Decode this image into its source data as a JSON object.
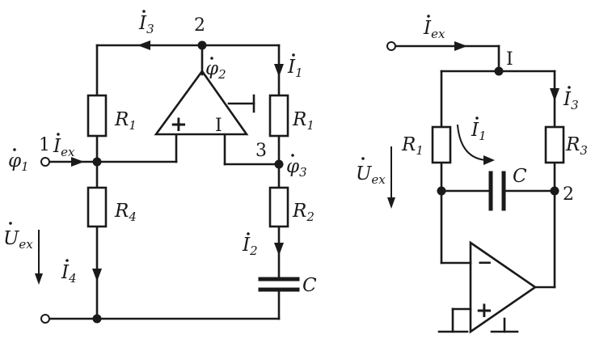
{
  "left_circuit": {
    "node_labels": {
      "n1": "1",
      "n2": "2",
      "n3": "3"
    },
    "currents": {
      "i3": {
        "base": "I",
        "sub": "3"
      },
      "i1": {
        "base": "I",
        "sub": "1"
      },
      "iex": {
        "base": "I",
        "sub": "ex"
      },
      "i4": {
        "base": "I",
        "sub": "4"
      },
      "i2": {
        "base": "I",
        "sub": "2"
      }
    },
    "potentials": {
      "phi1": {
        "base": "φ",
        "sub": "1"
      },
      "phi2": {
        "base": "φ",
        "sub": "2"
      },
      "phi3": {
        "base": "φ",
        "sub": "3"
      }
    },
    "voltage": {
      "base": "U",
      "sub": "ex"
    },
    "components": {
      "r1_left": {
        "base": "R",
        "sub": "1"
      },
      "r1_right": {
        "base": "R",
        "sub": "1"
      },
      "r4": {
        "base": "R",
        "sub": "4"
      },
      "r2": {
        "base": "R",
        "sub": "2"
      },
      "c": "C"
    },
    "opamp_signs": {
      "plus": "+",
      "minus": "I"
    }
  },
  "right_circuit": {
    "node_labels": {
      "n1": "I",
      "n2": "2"
    },
    "currents": {
      "iex": {
        "base": "I",
        "sub": "ex"
      },
      "i3": {
        "base": "I",
        "sub": "3"
      },
      "i1": {
        "base": "I",
        "sub": "1"
      }
    },
    "voltage": {
      "base": "U",
      "sub": "ex"
    },
    "components": {
      "r1": {
        "base": "R",
        "sub": "1"
      },
      "r3": {
        "base": "R",
        "sub": "3"
      },
      "c": "C"
    },
    "opamp_signs": {
      "minus": "−",
      "plus": "+"
    }
  }
}
